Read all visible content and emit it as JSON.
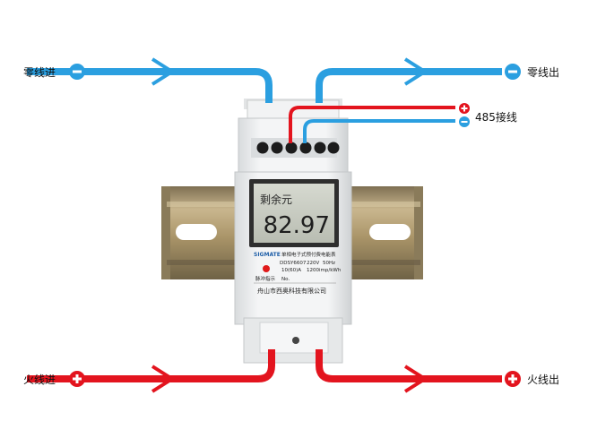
{
  "labels": {
    "neutral_in": "零线进",
    "neutral_out": "零线出",
    "live_in": "火线进",
    "live_out": "火线出",
    "rs485": "485接线"
  },
  "meter": {
    "lcd_label": "剩余元",
    "lcd_value": "82.97",
    "brand": "SIGMATE",
    "product_name": "单相电子式预付费电能表",
    "model": "DDSY6607",
    "voltage": "220V",
    "frequency": "50Hz",
    "current": "10(60)A",
    "constant": "1200imp/kWh",
    "pulse_label": "脉冲指示",
    "serial_label": "No.",
    "company": "舟山市西奥科技有限公司"
  },
  "colors": {
    "neutral_wire": "#2b9fe0",
    "live_wire": "#e3141e",
    "meter_body": "#eceeef",
    "lcd": "#c8ccc2",
    "din_rail": "#b7a37a"
  }
}
